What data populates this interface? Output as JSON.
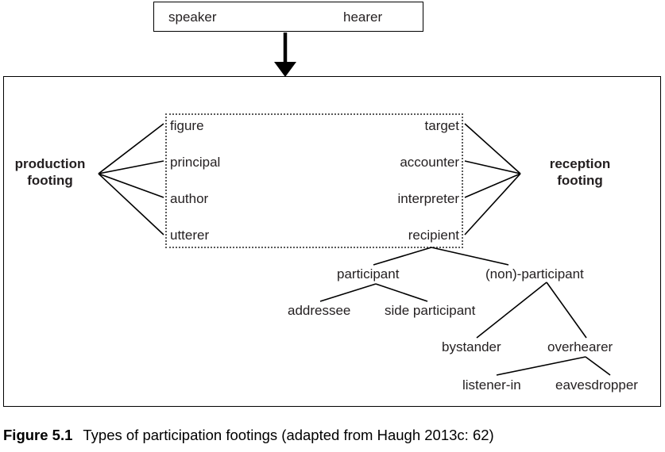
{
  "figure": {
    "caption_label": "Figure 5.1",
    "caption_text": "Types of participation footings (adapted from Haugh 2013c: 62)"
  },
  "top_box": {
    "speaker": "speaker",
    "hearer": "hearer"
  },
  "footings": {
    "production": "production\nfooting",
    "production_line1": "production",
    "production_line2": "footing",
    "reception_line1": "reception",
    "reception_line2": "footing"
  },
  "production_roles": [
    {
      "label": "figure"
    },
    {
      "label": "principal"
    },
    {
      "label": "author"
    },
    {
      "label": "utterer"
    }
  ],
  "reception_roles": [
    {
      "label": "target"
    },
    {
      "label": "accounter"
    },
    {
      "label": "interpreter"
    },
    {
      "label": "recipient"
    }
  ],
  "recipient_tree": [
    {
      "label": "participant"
    },
    {
      "label": "(non)-participant"
    },
    {
      "label": "addressee"
    },
    {
      "label": "side participant"
    },
    {
      "label": "bystander"
    },
    {
      "label": "overhearer"
    },
    {
      "label": "listener-in"
    },
    {
      "label": "eavesdropper"
    }
  ],
  "colors": {
    "line": "#000000",
    "dotted_border": "#5a5a5a",
    "text": "#231f20",
    "background": "#ffffff"
  }
}
